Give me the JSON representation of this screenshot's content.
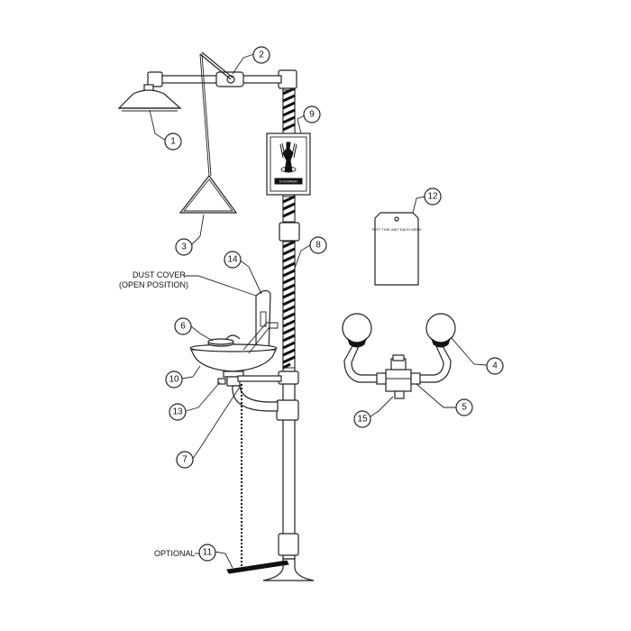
{
  "labels": {
    "dust_cover_line1": "DUST COVER",
    "dust_cover_line2": "(OPEN POSITION)",
    "optional": "OPTIONAL",
    "tag_text": "TEST THIS UNIT EACH WEEK"
  },
  "callouts": [
    "1",
    "2",
    "3",
    "4",
    "5",
    "6",
    "7",
    "8",
    "9",
    "10",
    "11",
    "12",
    "13",
    "14",
    "15"
  ]
}
